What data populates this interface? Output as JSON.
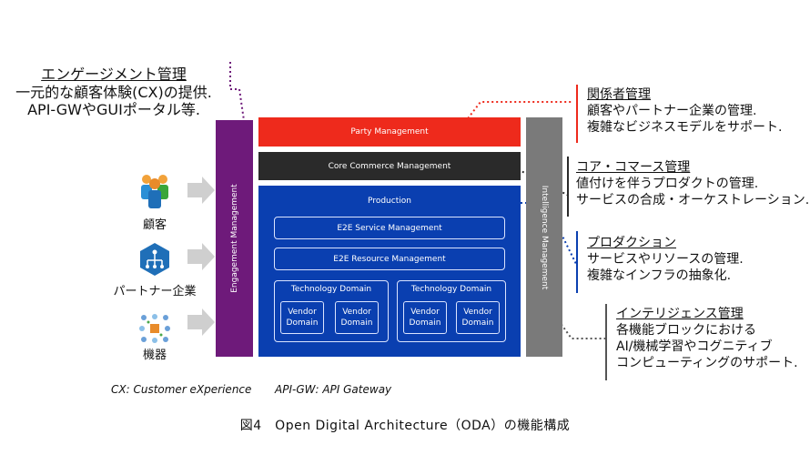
{
  "engagement_annotation": {
    "title": "エンゲージメント管理",
    "line1": "一元的な顧客体験(CX)の提供.",
    "line2": "API-GWやGUIポータル等."
  },
  "bars": {
    "engagement": "Engagement Management",
    "intelligence": "Intelligence Management"
  },
  "blocks": {
    "party": "Party Management",
    "core": "Core Commerce Management",
    "production": "Production",
    "e2e_service": "E2E Service Management",
    "e2e_resource": "E2E Resource Management",
    "tech_domain_1": "Technology Domain",
    "tech_domain_2": "Technology Domain",
    "vendor_1": "Vendor Domain",
    "vendor_2": "Vendor Domain",
    "vendor_3": "Vendor Domain",
    "vendor_4": "Vendor Domain"
  },
  "actors": [
    {
      "label": "顧客",
      "icon": "people-icon"
    },
    {
      "label": "パートナー企業",
      "icon": "network-hexagon-icon"
    },
    {
      "label": "機器",
      "icon": "devices-cluster-icon"
    }
  ],
  "right_annotations": {
    "party": {
      "title": "関係者管理",
      "line1": "顧客やパートナー企業の管理.",
      "line2": "複雑なビジネスモデルをサポート."
    },
    "core": {
      "title": "コア・コマース管理",
      "line1": "値付けを伴うプロダクトの管理.",
      "line2": "サービスの合成・オーケストレーション."
    },
    "production": {
      "title": "プロダクション",
      "line1": "サービスやリソースの管理.",
      "line2": "複雑なインフラの抽象化."
    },
    "intelligence": {
      "title": "インテリジェンス管理",
      "line1": "各機能ブロックにおける",
      "line2": "AI/機械学習やコグニティブ",
      "line3": "コンピューティングのサポート."
    }
  },
  "footnotes": {
    "cx": "CX: Customer eXperience",
    "apigw": "API-GW: API Gateway"
  },
  "caption": "図4　Open Digital Architecture（ODA）の機能構成",
  "colors": {
    "engagement": "#6e1a7a",
    "party": "#ee2a1c",
    "core": "#2a2a2a",
    "production": "#0a3fb0",
    "intelligence": "#7a7a7a"
  }
}
